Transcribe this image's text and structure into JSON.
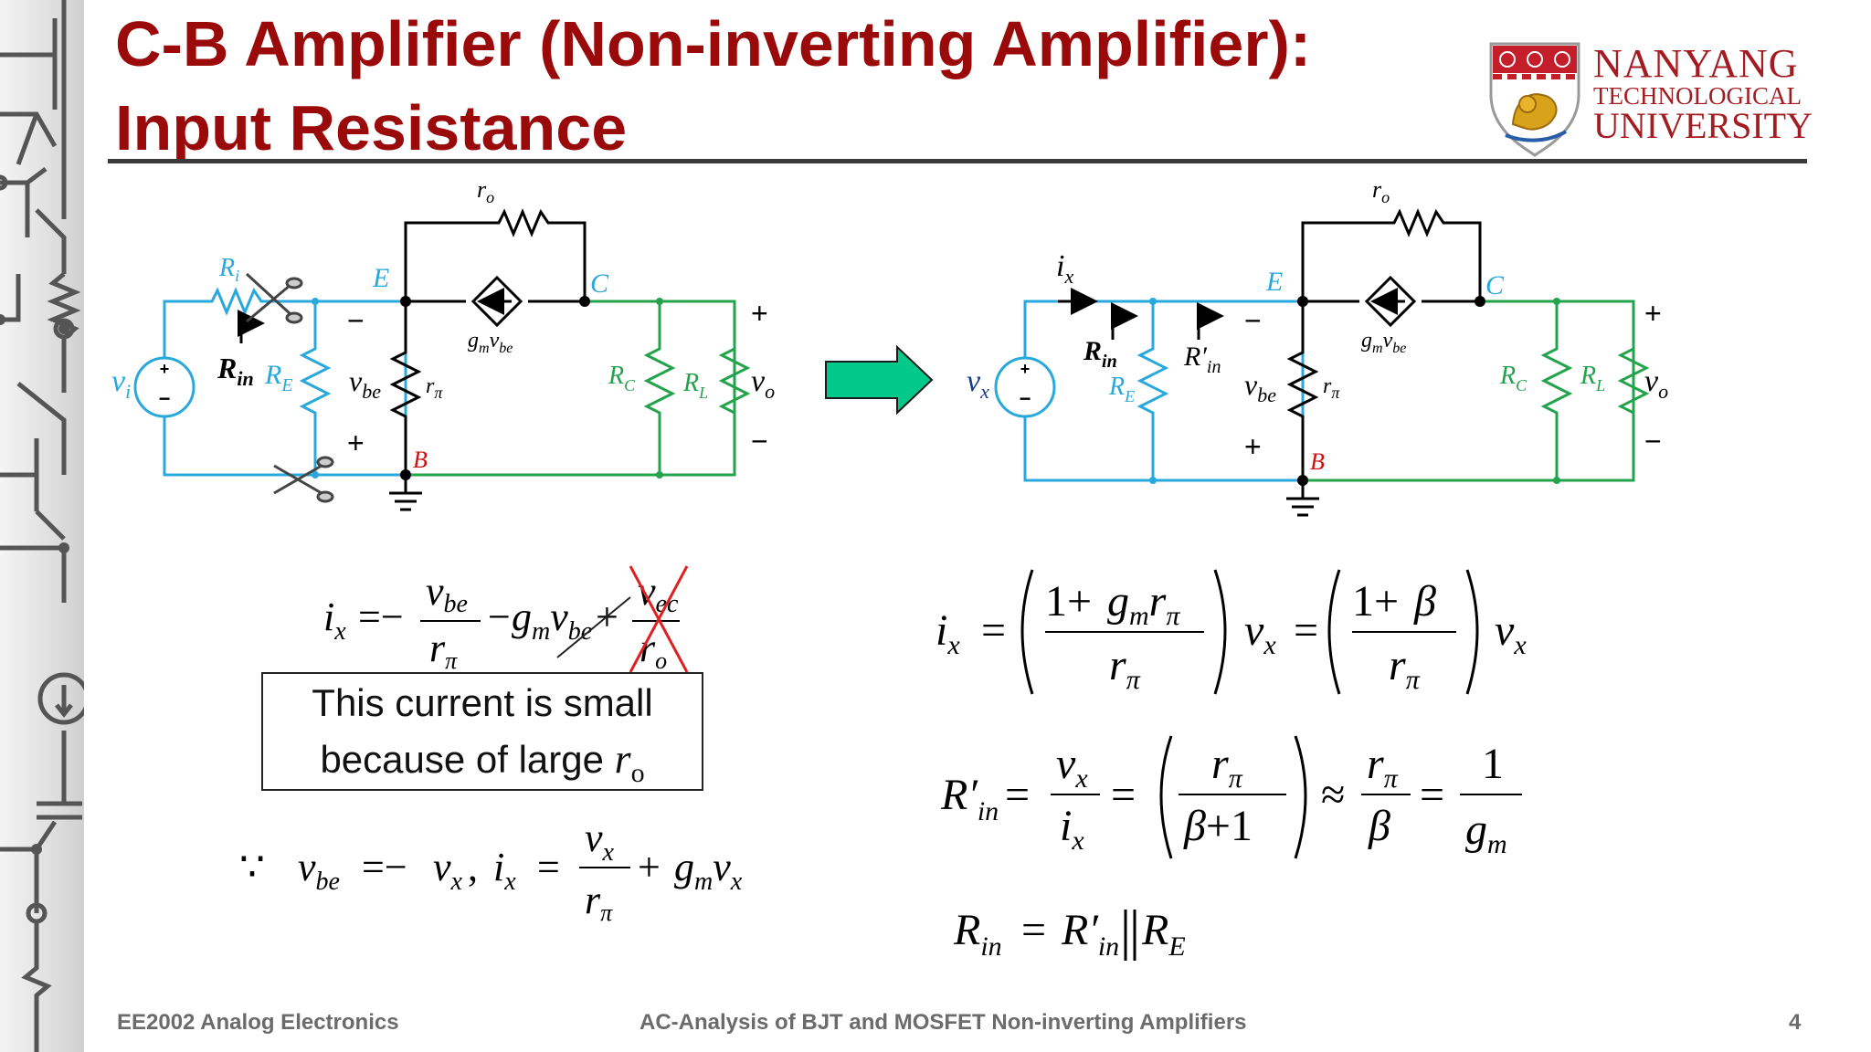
{
  "slide": {
    "title_line1": "C-B Amplifier (Non-inverting Amplifier):",
    "title_line2": "Input Resistance",
    "logo": {
      "line1": "NANYANG",
      "line2": "TECHNOLOGICAL",
      "line3": "UNIVERSITY"
    },
    "callout": {
      "line1": "This current is small",
      "line2_text": "because of large ",
      "line2_symbol": "r",
      "line2_subscript": "o"
    },
    "footer": {
      "course": "EE2002 Analog Electronics",
      "topic": "AC-Analysis of BJT and MOSFET Non-inverting Amplifiers",
      "page": "4"
    },
    "colors": {
      "title": "#9b0a0a",
      "input_wire": "#29a8dc",
      "output_wire": "#23a34b",
      "arrow": "#00c98a",
      "node_label_red": "#cc1111"
    }
  },
  "circuit_left": {
    "labels": {
      "rs": "R",
      "rs_sub": "i",
      "rin": "R",
      "rin_sub": "in",
      "re": "R",
      "re_sub": "E",
      "src": "v",
      "src_sub": "i",
      "vbe": "v",
      "vbe_sub": "be",
      "rpi": "r",
      "rpi_sub": "π",
      "ro": "r",
      "ro_sub": "o",
      "gm": "g",
      "gm_sub": "m",
      "gm_v": "v",
      "gm_v_sub": "be",
      "rc": "R",
      "rc_sub": "C",
      "rl": "R",
      "rl_sub": "L",
      "vo": "v",
      "vo_sub": "o",
      "node_e": "E",
      "node_c": "C",
      "node_b": "B",
      "plus": "+",
      "minus": "−"
    }
  },
  "circuit_right": {
    "labels": {
      "ix": "i",
      "ix_sub": "x",
      "rin": "R",
      "rin_sub": "in",
      "rin_prime": "R′",
      "rin_prime_sub": "in",
      "re": "R",
      "re_sub": "E",
      "src": "v",
      "src_sub": "x",
      "vbe": "v",
      "vbe_sub": "be",
      "rpi": "r",
      "rpi_sub": "π",
      "ro": "r",
      "ro_sub": "o",
      "gm": "g",
      "gm_sub": "m",
      "gm_v": "v",
      "gm_v_sub": "be",
      "rc": "R",
      "rc_sub": "C",
      "rl": "R",
      "rl_sub": "L",
      "vo": "v",
      "vo_sub": "o",
      "node_e": "E",
      "node_c": "C",
      "node_b": "B",
      "plus": "+",
      "minus": "−"
    }
  },
  "equations": {
    "eq_left_ix": "i_x = −v_be/r_π − g_m v_be + v_ec/r_o",
    "eq_since": "∵ v_be = −v_x , i_x = v_x/r_π + g_m v_x",
    "eq_ix": "i_x = ((1+g_m r_π)/r_π) v_x = ((1+β)/r_π) v_x",
    "eq_rin_prime": "R′_in = v_x/i_x = (r_π/(β+1)) ≈ r_π/β = 1/g_m",
    "eq_rin": "R_in = R′_in ‖ R_E"
  }
}
